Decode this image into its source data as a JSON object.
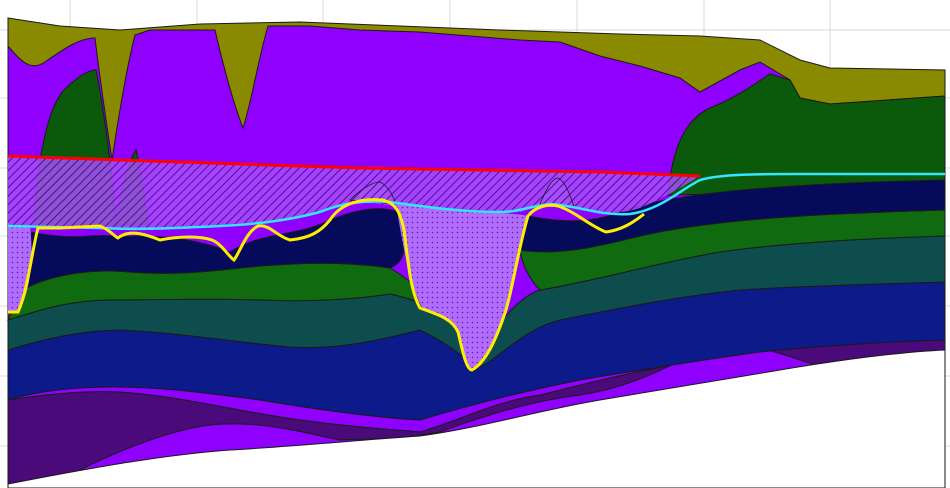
{
  "view": {
    "title": "",
    "background": "#ffffff",
    "grid_color": "#d9d9d9"
  },
  "colors": {
    "olive": "#8a8a00",
    "violet": "#8f00ff",
    "dark_green": "#0b5a0b",
    "navy": "#0c1a8a",
    "deep_navy": "#060a5a",
    "teal_green": "#0d4d4d",
    "bright_green": "#0f6a10",
    "dark_purple": "#4a0a7a",
    "hatch_fill": "#a64dff",
    "red_line": "#ff0000",
    "cyan_line": "#33e6ff",
    "yellow_line": "#ffee00",
    "outline": "#1a1a1a"
  },
  "layers": [
    {
      "name": "olive-cap-layer"
    },
    {
      "name": "violet-main-layer"
    },
    {
      "name": "green-lens-left"
    },
    {
      "name": "green-block-right"
    },
    {
      "name": "dark-purple-deep-layer"
    },
    {
      "name": "navy-layer"
    },
    {
      "name": "teal-layer"
    },
    {
      "name": "green-band"
    },
    {
      "name": "navy-upper-band"
    },
    {
      "name": "hatched-zone"
    },
    {
      "name": "dotted-trough"
    }
  ],
  "lines": [
    {
      "name": "red-horizon-line"
    },
    {
      "name": "cyan-horizon-line"
    },
    {
      "name": "yellow-boundary-line"
    }
  ]
}
